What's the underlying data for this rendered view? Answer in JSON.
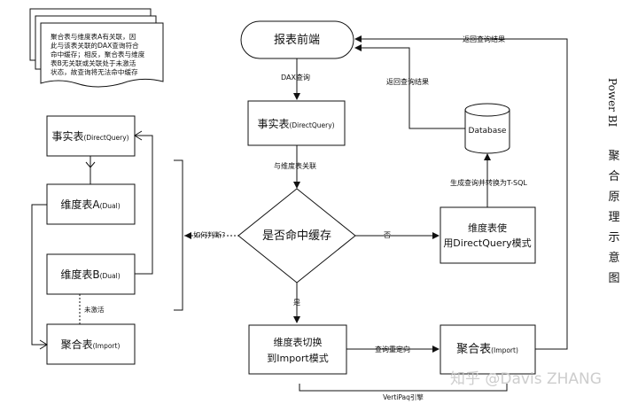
{
  "note": {
    "lines": [
      "聚合表与维度表A有关联，因",
      "此与该表关联的DAX查询符合",
      "命中缓存；相反，聚合表与维度",
      "表B无关联或关联处于未激活",
      "状态，故查询将无法命中缓存"
    ]
  },
  "left": {
    "fact_main": "事实表",
    "fact_sub": "(DirectQuery)",
    "dimA_main": "维度表A",
    "dimA_sub": "(Dual)",
    "dimB_main": "维度表B",
    "dimB_sub": "(Dual)",
    "inactive": "未激活",
    "agg_main": "聚合表",
    "agg_sub": "(Import)",
    "how_judge": "如何判断？"
  },
  "flow": {
    "report": "报表前端",
    "dax": "DAX查询",
    "fact_main": "事实表",
    "fact_sub": "(DirectQuery)",
    "relate": "与维度表关联",
    "decision": "是否命中缓存",
    "no": "否",
    "yes": "是",
    "dq_line1": "维度表使",
    "dq_line2": "用DirectQuery模式",
    "switch_line1": "维度表切换",
    "switch_line2": "到Import模式",
    "redirect": "查询重定向",
    "agg_main": "聚合表",
    "agg_sub": "(Import)",
    "database": "Database",
    "tsql": "生成查询并转换为T-SQL",
    "return1": "返回查询结果",
    "return2": "返回查询结果",
    "vertipaq": "VertiPaq引擎"
  },
  "title": {
    "line1": "Power BI",
    "chars": [
      "聚",
      "合",
      "原",
      "理",
      "示",
      "意",
      "图"
    ]
  },
  "watermark": "知乎 @Davis ZHANG"
}
